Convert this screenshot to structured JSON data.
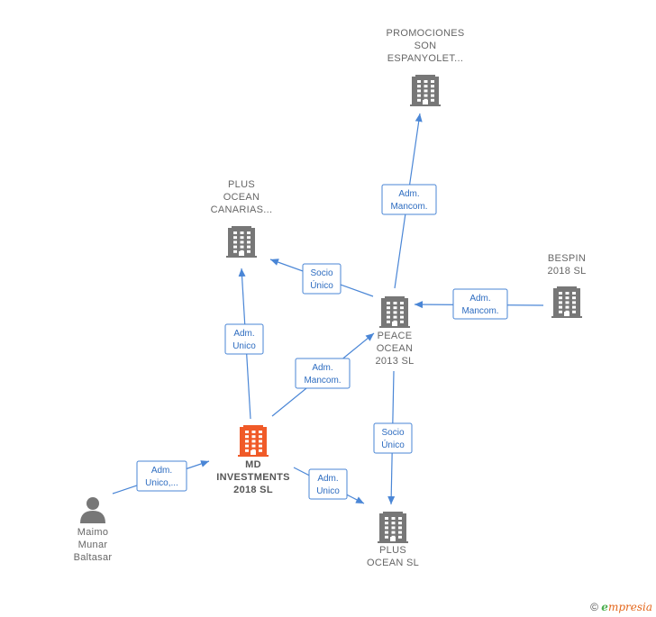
{
  "colors": {
    "edge": "#4a86d6",
    "building": "#777777",
    "main_building": "#f05a28",
    "person": "#777777"
  },
  "nodes": [
    {
      "id": "promociones",
      "type": "company",
      "icon": "building-icon",
      "lines": [
        "PROMOCIONES",
        "SON",
        "ESPANYOLET..."
      ]
    },
    {
      "id": "plus_canarias",
      "type": "company",
      "icon": "building-icon",
      "lines": [
        "PLUS",
        "OCEAN",
        "CANARIAS..."
      ]
    },
    {
      "id": "bespin",
      "type": "company",
      "icon": "building-icon",
      "lines": [
        "BESPIN",
        "2018  SL"
      ]
    },
    {
      "id": "peace",
      "type": "company",
      "icon": "building-icon",
      "lines": [
        "PEACE",
        "OCEAN",
        "2013  SL"
      ]
    },
    {
      "id": "md",
      "type": "main-company",
      "icon": "building-icon",
      "lines": [
        "MD",
        "INVESTMENTS",
        "2018  SL"
      ]
    },
    {
      "id": "maimo",
      "type": "person",
      "icon": "person-icon",
      "lines": [
        "Maimo",
        "Munar",
        "Baltasar"
      ]
    },
    {
      "id": "plus_ocean",
      "type": "company",
      "icon": "building-icon",
      "lines": [
        "PLUS",
        "OCEAN  SL"
      ]
    }
  ],
  "edges": [
    {
      "from": "peace",
      "to": "promociones",
      "lines": [
        "Adm.",
        "Mancom."
      ]
    },
    {
      "from": "peace",
      "to": "plus_canarias",
      "lines": [
        "Socio",
        "Único"
      ]
    },
    {
      "from": "bespin",
      "to": "peace",
      "lines": [
        "Adm.",
        "Mancom."
      ]
    },
    {
      "from": "md",
      "to": "plus_canarias",
      "lines": [
        "Adm.",
        "Unico"
      ]
    },
    {
      "from": "md",
      "to": "peace",
      "lines": [
        "Adm.",
        "Mancom."
      ]
    },
    {
      "from": "peace",
      "to": "plus_ocean",
      "lines": [
        "Socio",
        "Único"
      ]
    },
    {
      "from": "maimo",
      "to": "md",
      "lines": [
        "Adm.",
        "Unico,..."
      ]
    },
    {
      "from": "md",
      "to": "plus_ocean",
      "lines": [
        "Adm.",
        "Unico"
      ]
    }
  ],
  "footer": {
    "copyright": "©",
    "brand_initial": "e",
    "brand_rest": "mpresia"
  }
}
